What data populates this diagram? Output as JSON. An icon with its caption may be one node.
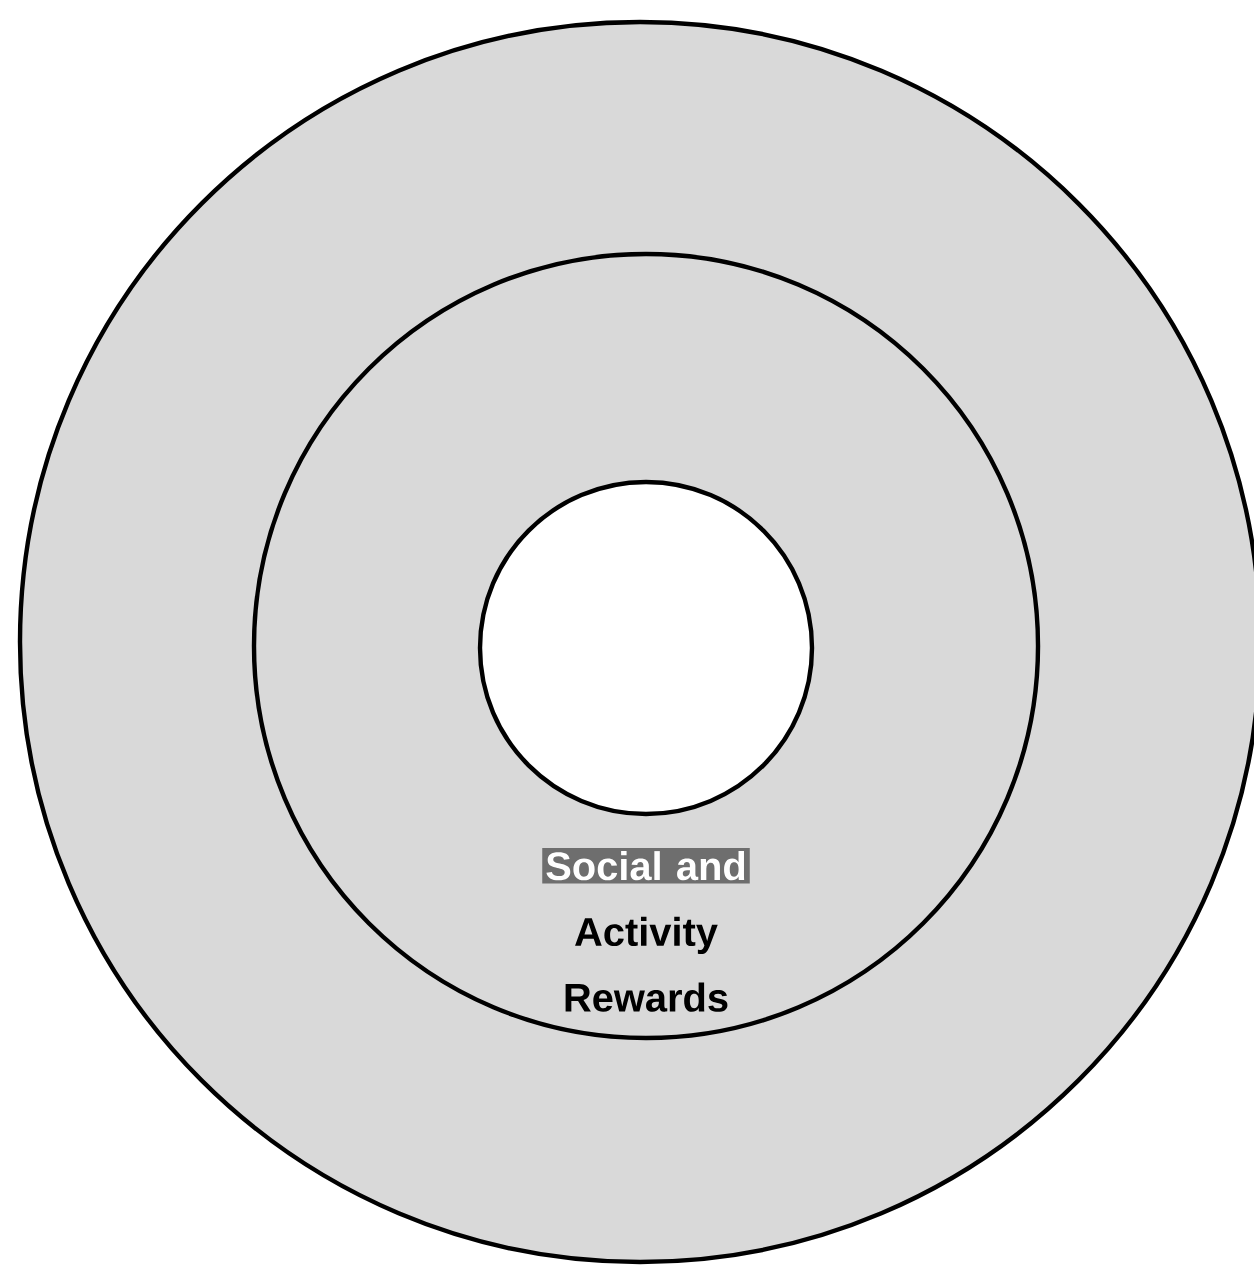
{
  "diagram": {
    "nodes": [
      {
        "text": [],
        "shape": "circle"
      },
      {
        "text": [
          "Social and",
          "Activity Rewards"
        ],
        "in": 0
      },
      {
        "text": [],
        "shape": "circle",
        "in": 1
      }
    ]
  }
}
